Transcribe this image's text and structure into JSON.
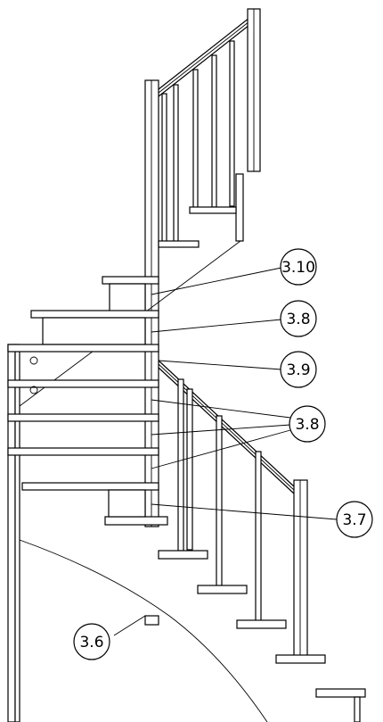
{
  "drawing": {
    "callouts": [
      {
        "id": "c310",
        "label": "3.10"
      },
      {
        "id": "c38a",
        "label": "3.8"
      },
      {
        "id": "c39",
        "label": "3.9"
      },
      {
        "id": "c38b",
        "label": "3.8"
      },
      {
        "id": "c37",
        "label": "3.7"
      },
      {
        "id": "c36",
        "label": "3.6"
      }
    ]
  }
}
